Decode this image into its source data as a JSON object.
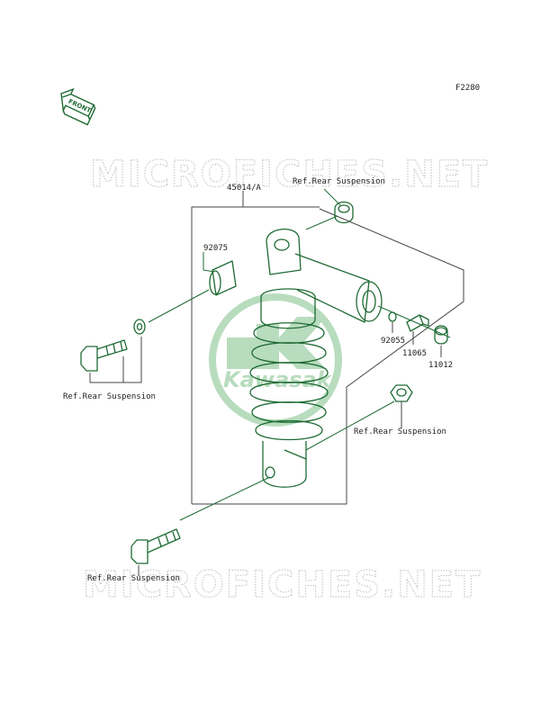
{
  "figure_code": "F2280",
  "front_arrow": {
    "text": "FRONT",
    "icon": "front-arrow-icon"
  },
  "watermark": "MICROFICHES.NET",
  "logo_text": "Kawasaki",
  "parts": {
    "p45014": "45014/A",
    "p92075": "92075",
    "p92055": "92055",
    "p11065": "11065",
    "p11012": "11012"
  },
  "refs": {
    "ref_top": "Ref.Rear Suspension",
    "ref_left": "Ref.Rear Suspension",
    "ref_right": "Ref.Rear Suspension",
    "ref_bottom": "Ref.Rear Suspension"
  },
  "colors": {
    "part_stroke": "#1f6b35",
    "logo_green": "#7fc08a",
    "watermark": "#c9c9c9"
  }
}
